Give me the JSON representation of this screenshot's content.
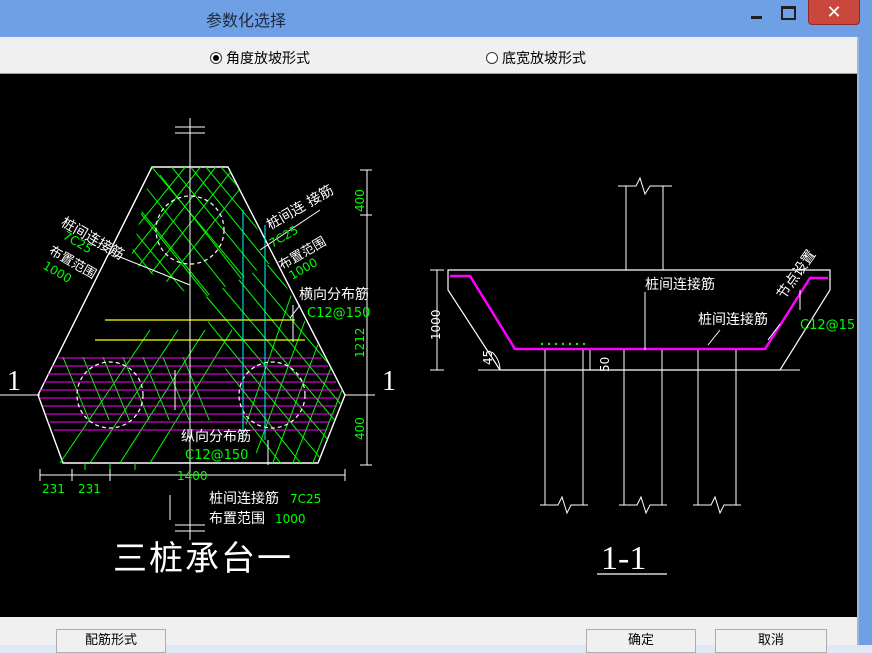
{
  "window": {
    "title": "参数化选择",
    "close_glyph": "✕"
  },
  "options": {
    "angle_label": "角度放坡形式",
    "bottom_width_label": "底宽放坡形式",
    "selected": "angle"
  },
  "buttons": {
    "style_label": "配筋形式",
    "ok_label": "确定",
    "cancel_label": "取消"
  },
  "drawing": {
    "plan_title": "三桩承台一",
    "section_title": "1-1",
    "section_mark": "1",
    "pile_link_rebar": "桩间连接筋",
    "pile_link_rebar_left": "桩间连接筋",
    "pile_link_rebar_right": "桩间连 接筋",
    "range_label": "布置范围",
    "spec_7c25": "7C25",
    "range_1000": "1000",
    "transverse_rebar": "横向分布筋",
    "longitudinal_rebar": "纵向分布筋",
    "spec_c12_150": "C12@150",
    "dim_400": "400",
    "dim_1212": "1212",
    "dim_1400": "1400",
    "dim_231": "231",
    "dim_1000": "1000",
    "dim_45": "45",
    "dim_50": "50",
    "node_setting": "节点设置",
    "spec_c12_150_trunc": "C12@15"
  },
  "colors": {
    "canvas_bg": "#000000",
    "line_white": "#ffffff",
    "rebar_green": "#00ff00",
    "rebar_magenta": "#ff00ff",
    "rebar_yellow": "#ffff00",
    "axis_cyan": "#00ffff",
    "titlebar": "#6fa0e6",
    "close_red": "#c9473c"
  }
}
